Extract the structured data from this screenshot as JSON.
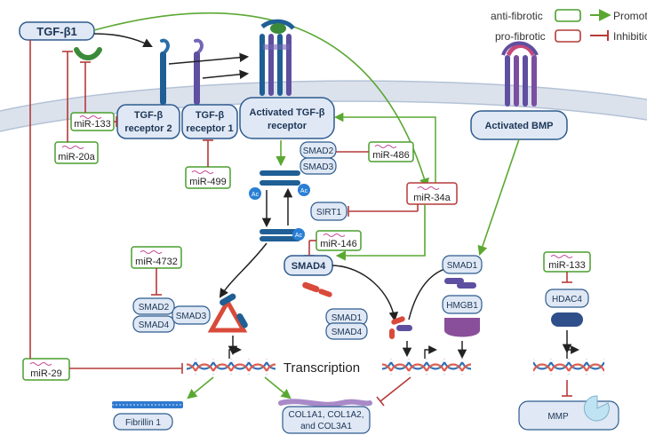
{
  "legend": {
    "anti_fibrotic": "anti-fibrotic",
    "pro_fibrotic": "pro-fibrotic",
    "promotion": "Promotion",
    "inhibition": "Inhibition"
  },
  "nodes": {
    "tgfb1": "TGF-β1",
    "tgfbr2_line1": "TGF-β",
    "tgfbr2_line2": "receptor 2",
    "tgfbr1_line1": "TGF-β",
    "tgfbr1_line2": "receptor 1",
    "activated_tgfb_line1": "Activated TGF-β",
    "activated_tgfb_line2": "receptor",
    "activated_bmp": "Activated BMP",
    "smad2_top": "SMAD2",
    "smad3_top": "SMAD3",
    "sirt1": "SIRT1",
    "smad4_center": "SMAD4",
    "smad1_right": "SMAD1",
    "hmgb1": "HMGB1",
    "hdac4": "HDAC4",
    "smad2_left": "SMAD2",
    "smad4_left": "SMAD4",
    "smad3_left": "SMAD3",
    "smad1_mid": "SMAD1",
    "smad4_mid": "SMAD4",
    "transcription": "Transcription",
    "fibrillin": "Fibrillin 1",
    "collagen_line1": "COL1A1, COL1A2,",
    "collagen_line2": "and COL3A1",
    "mmp": "MMP",
    "ac": "Ac"
  },
  "mirnas": {
    "mir133_top": "miR-133",
    "mir20a": "miR-20a",
    "mir499": "miR-499",
    "mir486": "miR-486",
    "mir34a": "miR-34a",
    "mir146": "miR-146",
    "mir4732": "miR-4732",
    "mir29": "miR-29",
    "mir133_right": "miR-133"
  },
  "colors": {
    "anti_fibrotic": "#4a9e2e",
    "pro_fibrotic": "#b53a3a",
    "promotion_arrow": "#5aa832",
    "inhibition_line": "#b53a3a",
    "node_fill": "#dfe8f4",
    "node_stroke": "#2e5b8f",
    "membrane": "#cfd8e6"
  }
}
